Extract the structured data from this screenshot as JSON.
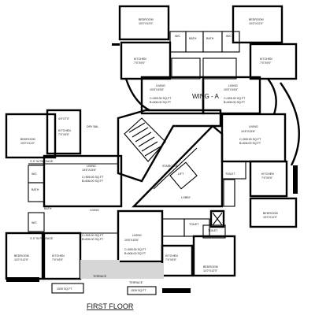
{
  "title": "FIRST FLOOR",
  "wing": "WING - A",
  "rooms": {
    "bedroom": "BEDROOM",
    "kitchen": "KITCHEN",
    "living": "LIVING",
    "toilet": "TOILET",
    "bath": "BATH",
    "wc": "W/C",
    "passage": "3'-0\" W PASSAGE",
    "terrace": "TERRACE",
    "lift": "LIFT",
    "lobby": "LOBBY",
    "staircase": "STAIRCASE",
    "dry_bal": "DRY BAL"
  },
  "dims": {
    "bed_tl": "10'0\"X12'0\"",
    "bed_tr": "10'0\"X12'0\"",
    "bed_l": "10'0\"X11'0\"",
    "bed_bl": "11'0\"X12'0\"",
    "bed_b": "11'0\"X12'0\"",
    "bed_r": "10'0\"X11'0\"",
    "kit": "7'4\"X9'0\"",
    "liv": "10'6\"X15'6\"",
    "toi": "4'0\"X7'0\"",
    "sqft": "1539 SQ.FT"
  },
  "areas": {
    "carpet": "C=505.00 SQ.FT",
    "builtup": "B=606.00 SQ.FT"
  }
}
